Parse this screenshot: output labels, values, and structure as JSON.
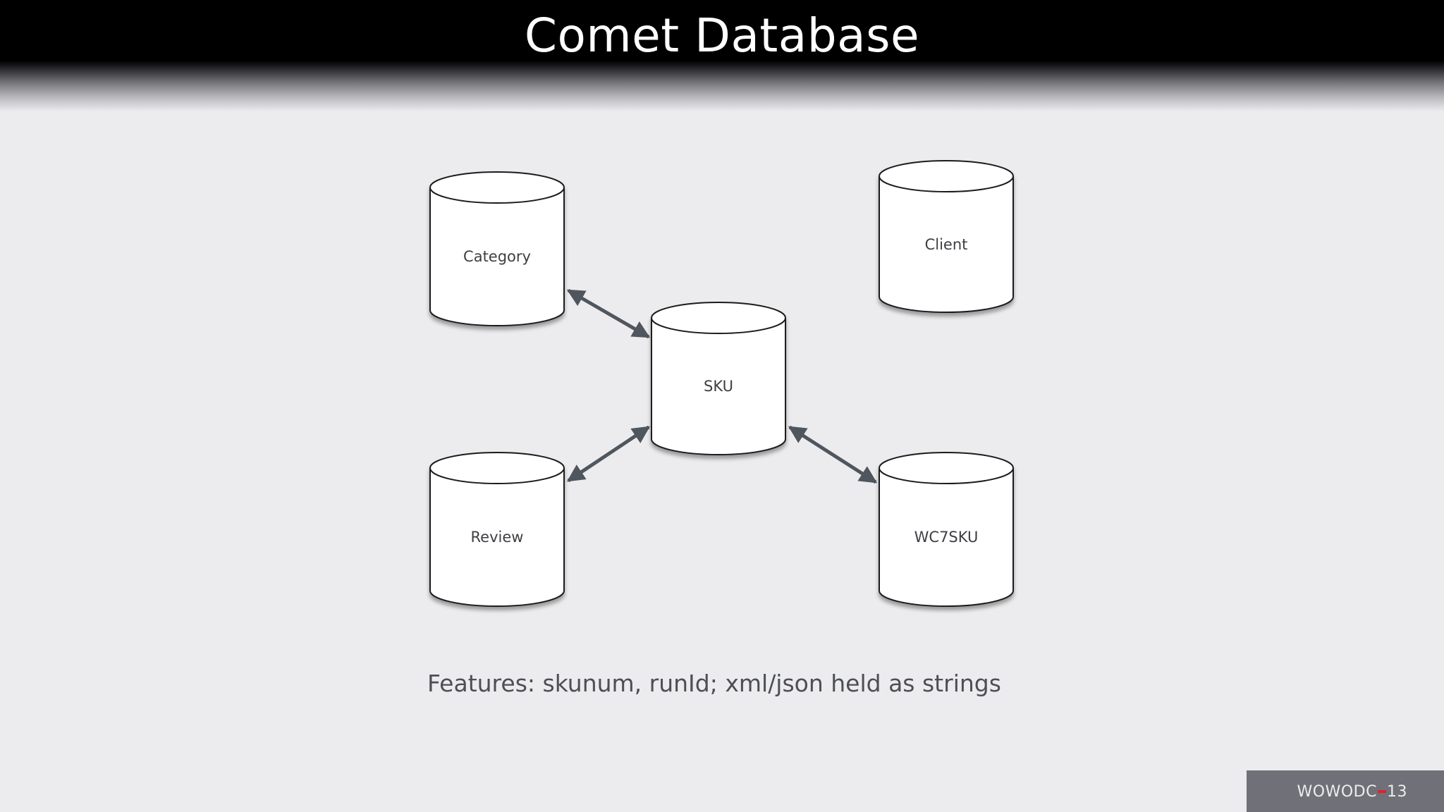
{
  "slide": {
    "title": "Comet Database",
    "features_text": "Features: skunum, runId; xml/json held as strings"
  },
  "diagram": {
    "databases": [
      {
        "id": "category",
        "label": "Category"
      },
      {
        "id": "client",
        "label": "Client"
      },
      {
        "id": "sku",
        "label": "SKU"
      },
      {
        "id": "review",
        "label": "Review"
      },
      {
        "id": "wc7sku",
        "label": "WC7SKU"
      }
    ],
    "relations": [
      {
        "from": "Category",
        "to": "SKU",
        "direction": "bidirectional"
      },
      {
        "from": "Review",
        "to": "SKU",
        "direction": "bidirectional"
      },
      {
        "from": "SKU",
        "to": "WC7SKU",
        "direction": "bidirectional"
      }
    ]
  },
  "brand": {
    "left": "WOWODC",
    "right": "13",
    "accent_color": "#e0222a"
  },
  "colors": {
    "title_bar": "#000000",
    "background": "#ececee",
    "arrow": "#4f565d"
  }
}
